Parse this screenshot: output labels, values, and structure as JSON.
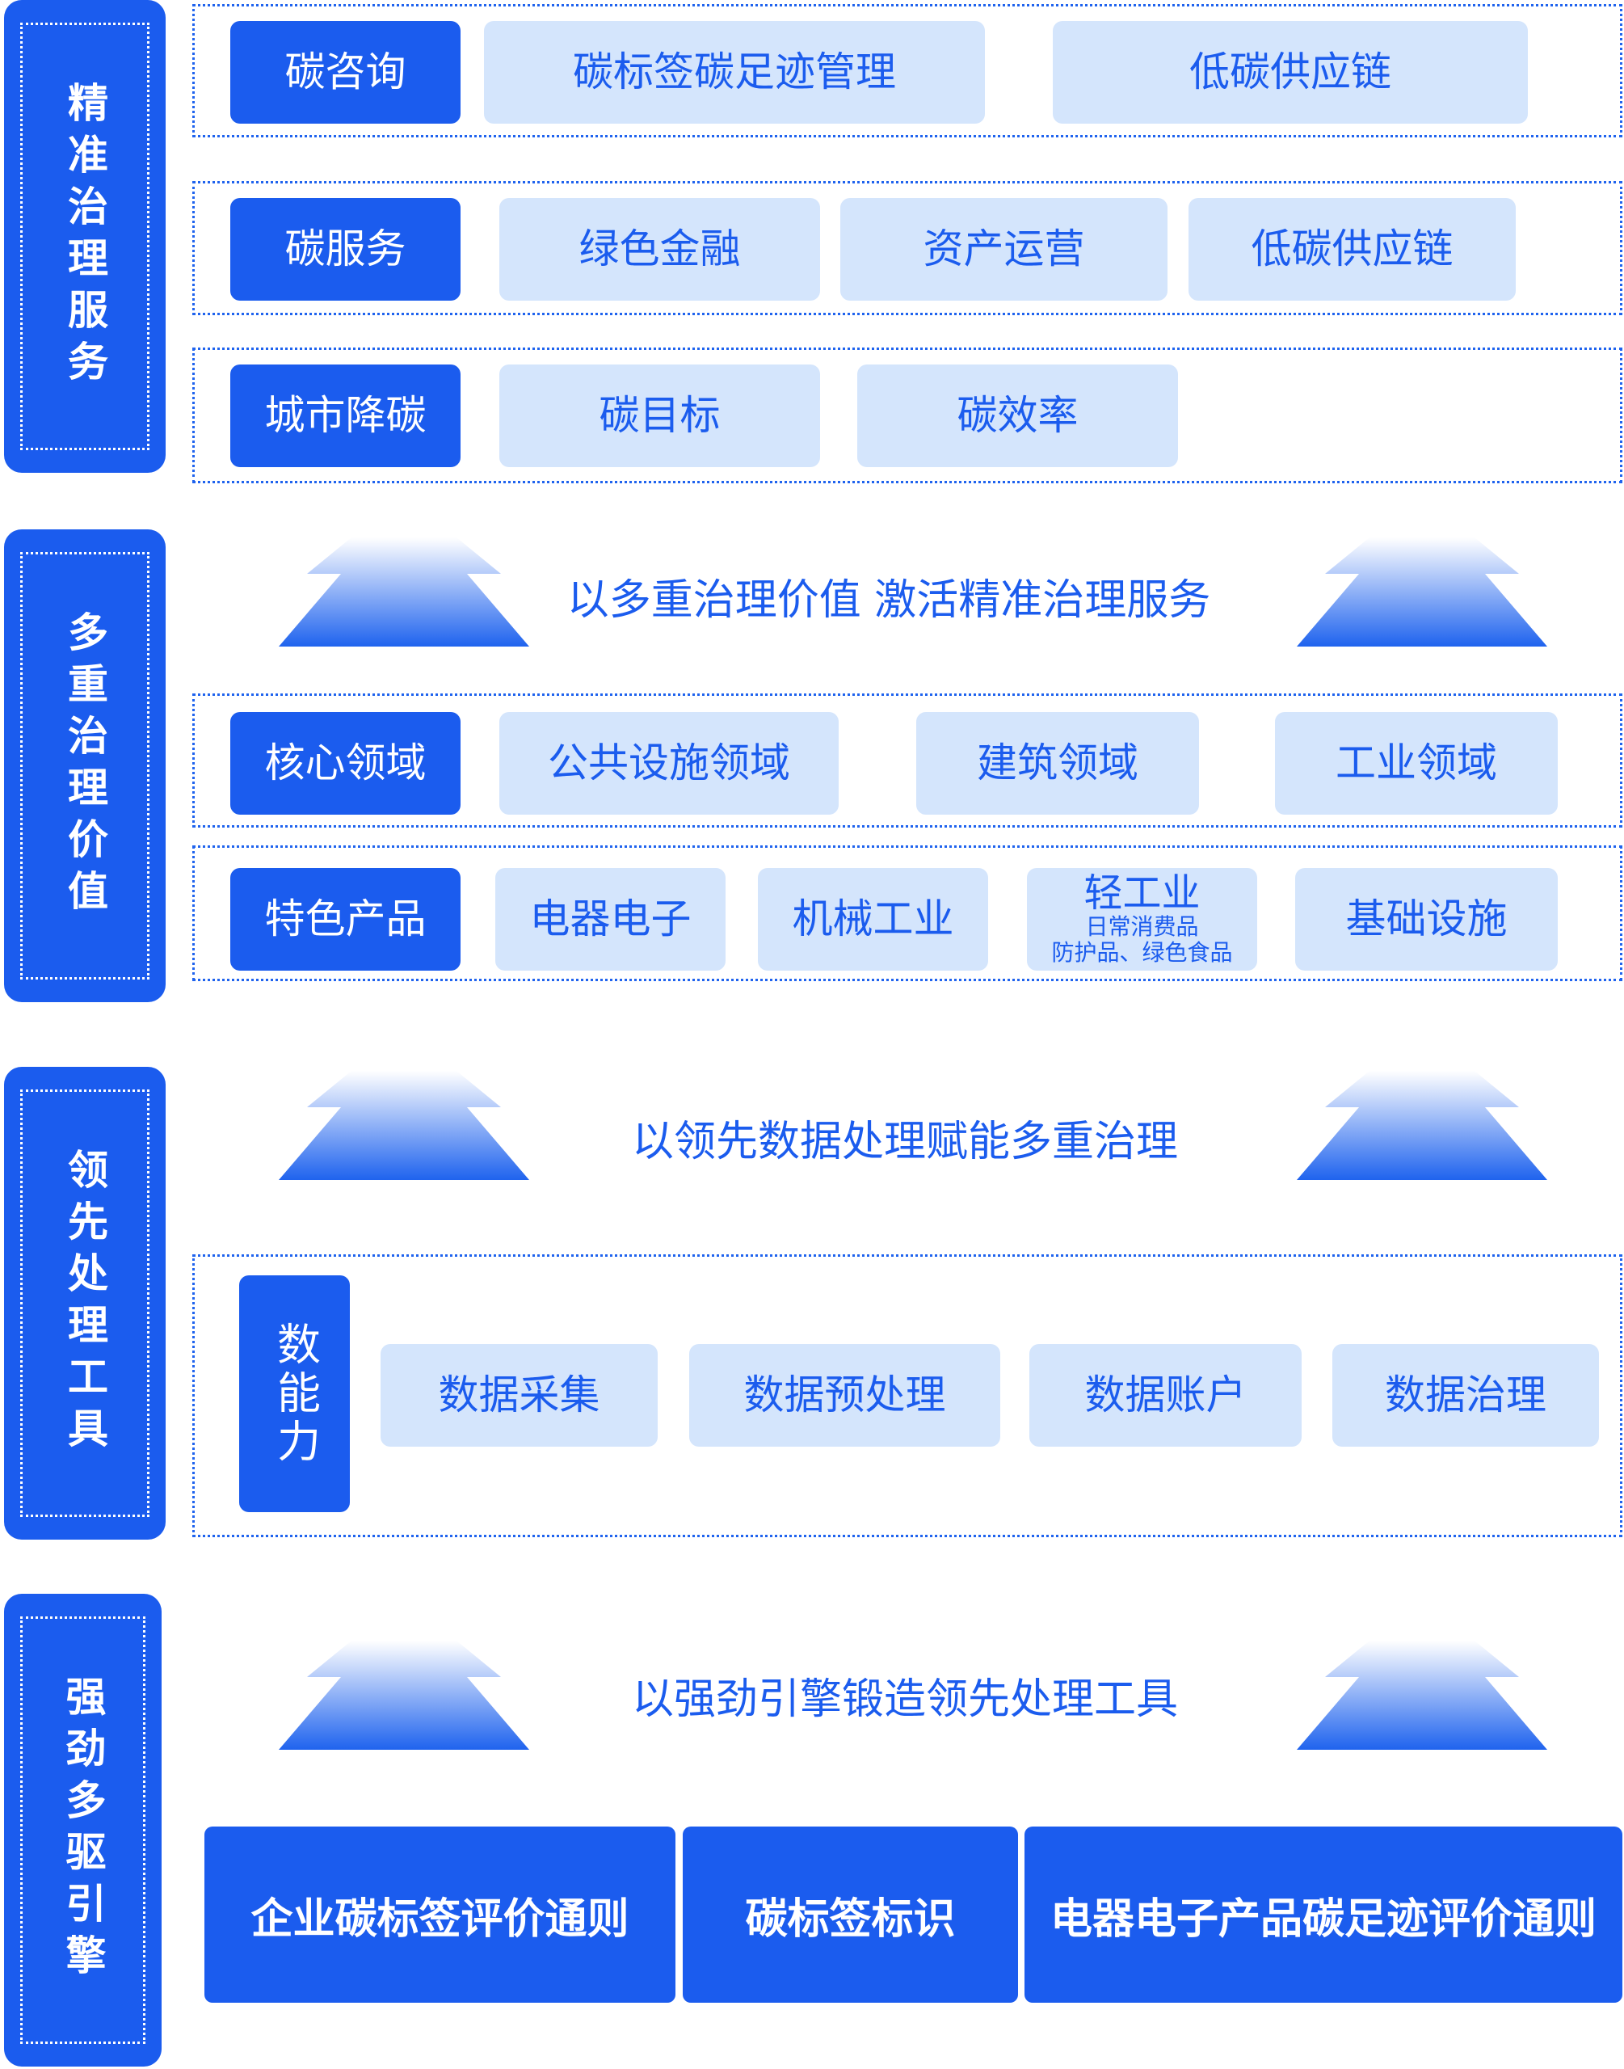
{
  "side_labels": {
    "service": "精准治理服务",
    "value": "多重治理价值",
    "tools": "领先处理工具",
    "engine": "强劲多驱引擎"
  },
  "service": {
    "row1": {
      "head": "碳咨询",
      "items": [
        "碳标签碳足迹管理",
        "低碳供应链"
      ]
    },
    "row2": {
      "head": "碳服务",
      "items": [
        "绿色金融",
        "资产运营",
        "低碳供应链"
      ]
    },
    "row3": {
      "head": "城市降碳",
      "items": [
        "碳目标",
        "碳效率"
      ]
    }
  },
  "captions": {
    "value_to_service": "以多重治理价值  激活精准治理服务",
    "tools_to_value": "以领先数据处理赋能多重治理",
    "engine_to_tools": "以强劲引擎锻造领先处理工具"
  },
  "value": {
    "row1": {
      "head": "核心领域",
      "items": [
        "公共设施领域",
        "建筑领域",
        "工业领域"
      ]
    },
    "row2": {
      "head": "特色产品",
      "items": [
        "电器电子",
        "机械工业",
        "轻工业",
        "基础设施"
      ],
      "light_industry_sub": [
        "日常消费品",
        "防护品、绿色食品"
      ]
    }
  },
  "tools": {
    "head": "数能力",
    "items": [
      "数据采集",
      "数据预处理",
      "数据账户",
      "数据治理"
    ]
  },
  "engine": {
    "items": [
      "企业碳标签评价通则",
      "碳标签标识",
      "电器电子产品碳足迹评价通则"
    ]
  },
  "colors": {
    "primary": "#1b5cee",
    "light": "#d4e5fc",
    "arrow_top": "#ffffff",
    "arrow_bottom": "#1f63ee"
  },
  "icons": [
    "up-arrow-icon"
  ]
}
